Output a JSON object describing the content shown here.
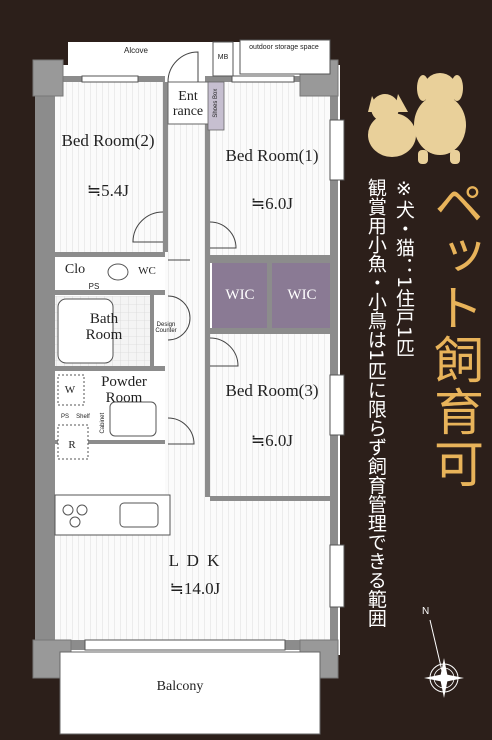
{
  "rooms": {
    "alcove": "Alcove",
    "mb": "MB",
    "outdoor_storage": "outdoor storage space",
    "entrance": "Ent rance",
    "shoes_box": "Shoes Box",
    "bed2_name": "Bed Room(2)",
    "bed2_size": "≒5.4J",
    "bed1_name": "Bed Room(1)",
    "bed1_size": "≒6.0J",
    "clo": "Clo",
    "ps1": "PS",
    "wc": "WC",
    "wic1": "WIC",
    "wic2": "WIC",
    "bath": "Bath Room",
    "design_counter": "Design Counter",
    "powder": "Powder Room",
    "w": "W",
    "ps2": "PS",
    "shelf": "Shelf",
    "cabinet": "Cabinet",
    "r": "R",
    "bed3_name": "Bed Room(3)",
    "bed3_size": "≒6.0J",
    "ldk_name": "L D K",
    "ldk_size": "≒14.0J",
    "balcony": "Balcony"
  },
  "notice": {
    "title": "ペット飼育可",
    "line1": "※犬・猫：1住戸1匹",
    "line2": "観賞用小魚・小鳥は1匹に限らず飼育管理できる範囲"
  },
  "compass_label": "N",
  "colors": {
    "background": "#2c1f1a",
    "accent": "#e8b35a",
    "wic_fill": "#8a7a94",
    "wall": "#8c8c8c"
  }
}
